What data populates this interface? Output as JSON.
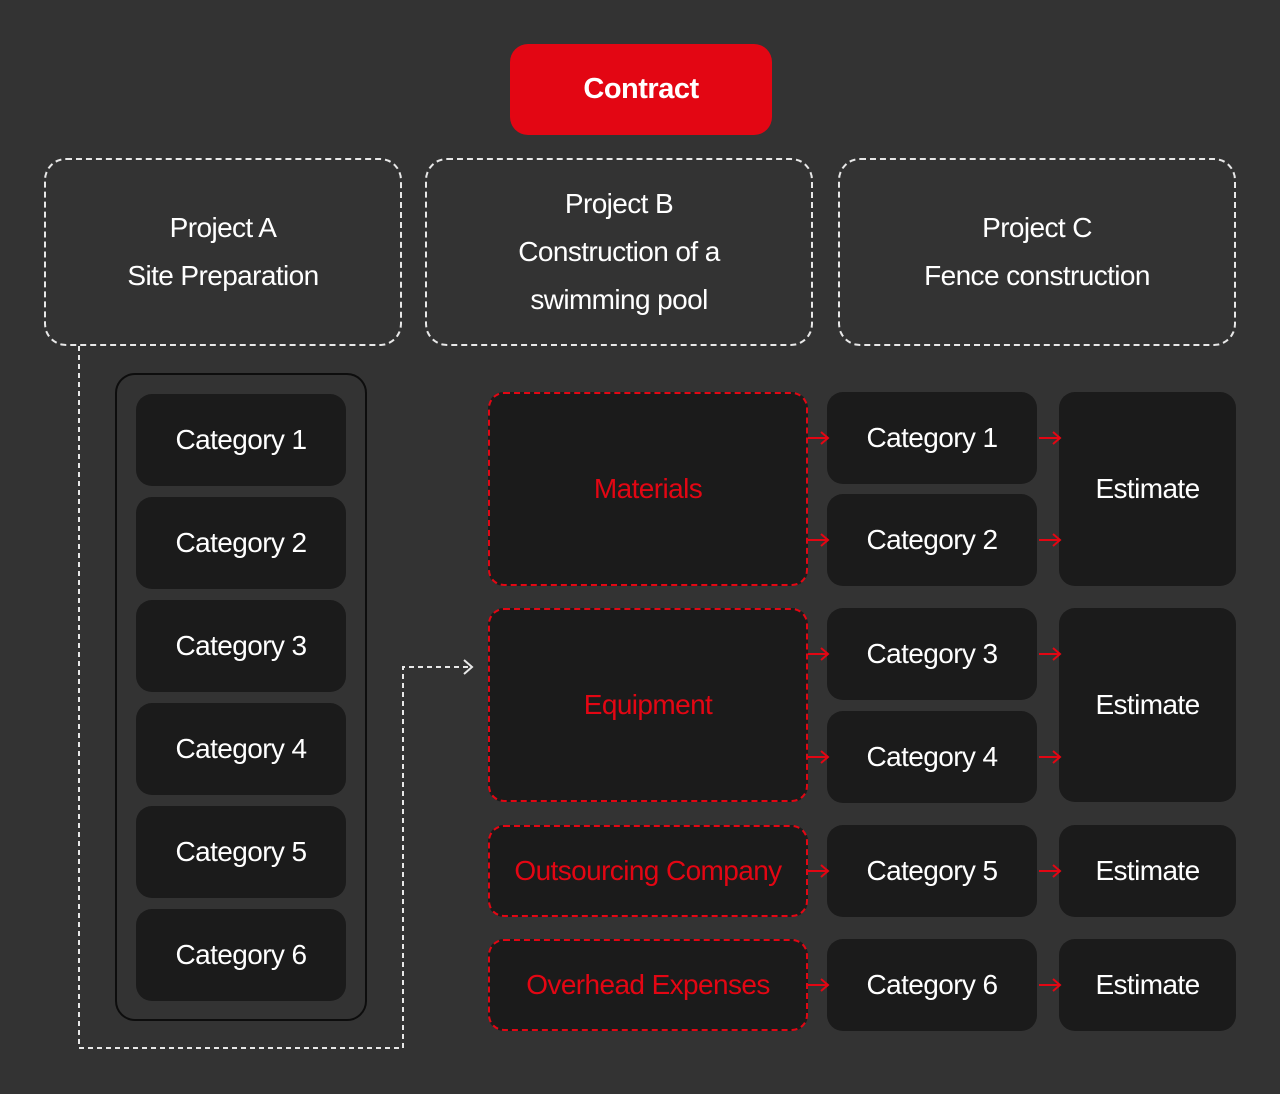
{
  "contract": "Contract",
  "projects": {
    "a": {
      "line1": "Project A",
      "line2": "Site Preparation"
    },
    "b": {
      "line1": "Project B",
      "line2": "Construction of a",
      "line3": "swimming pool"
    },
    "c": {
      "line1": "Project C",
      "line2": "Fence construction"
    }
  },
  "project_a_categories": [
    "Category 1",
    "Category 2",
    "Category 3",
    "Category 4",
    "Category 5",
    "Category 6"
  ],
  "resources": [
    "Materials",
    "Equipment",
    "Outsourcing Company",
    "Overhead Expenses"
  ],
  "mapped_categories": [
    "Category 1",
    "Category 2",
    "Category 3",
    "Category 4",
    "Category 5",
    "Category 6"
  ],
  "estimates": [
    "Estimate",
    "Estimate",
    "Estimate",
    "Estimate"
  ],
  "colors": {
    "background": "#333333",
    "accent": "#e30613",
    "box": "#1b1b1b",
    "text": "#ffffff"
  }
}
